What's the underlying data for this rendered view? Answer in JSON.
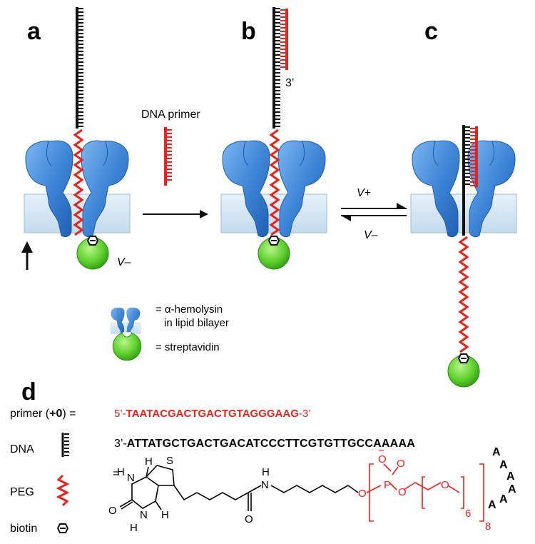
{
  "panels": {
    "a": "a",
    "b": "b",
    "c": "c",
    "d": "d"
  },
  "labels": {
    "dna_primer": "DNA primer",
    "three_prime": "3’",
    "v_minus": "V–",
    "v_plus": "V+",
    "v_minus_2": "V–"
  },
  "legend": {
    "hemolysin_line1": "= α-hemolysin",
    "hemolysin_line2": "in lipid bilayer",
    "streptavidin": "= streptavidin"
  },
  "panel_d": {
    "primer_label_pre": "primer (",
    "primer_label_bold": "+0",
    "primer_label_post": ") =",
    "primer_5": "5’-",
    "primer_seq": "TAATACGACTGACTGTAGGGAAG",
    "primer_3": "-3’",
    "dna_label": "DNA",
    "dna_3": "3’-",
    "dna_seq": "ATTATGCTGACTGACATCCCTTCGTGTTGCCAAAAA",
    "tail_A": "A",
    "peg_label": "PEG",
    "biotin_label": "biotin",
    "equals": "=",
    "chem": {
      "S": "S",
      "H": "H",
      "N": "N",
      "O": "O",
      "P": "P",
      "minus": "−",
      "sub6": "6",
      "sub8": "8"
    }
  },
  "colors": {
    "dna": "#111111",
    "primer": "#e8231c",
    "peg": "#e8231c",
    "hemolysin": "#3f86d8",
    "bilayer": "#d6e8f5",
    "streptavidin": "#5fd12e"
  }
}
